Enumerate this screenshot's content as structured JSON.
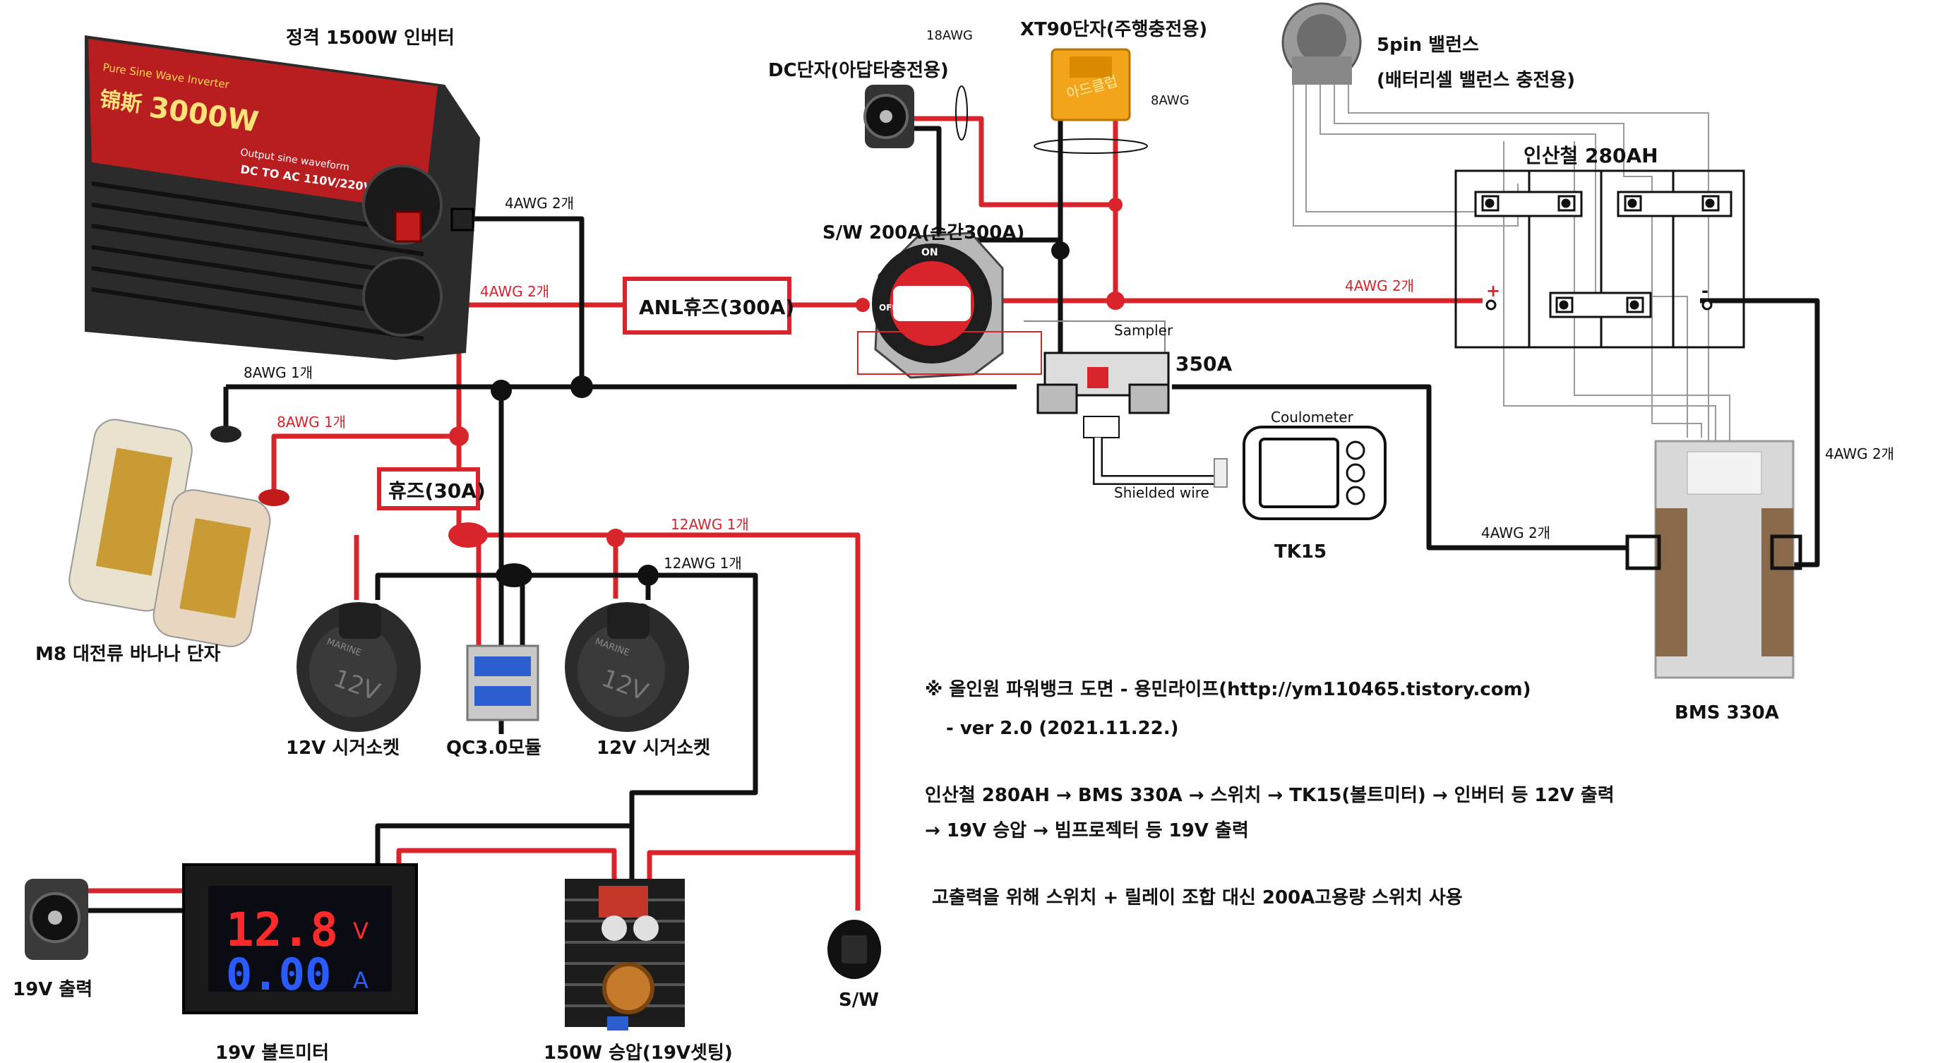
{
  "colors": {
    "positive_wire": "#d9242b",
    "negative_wire": "#111111",
    "balance_wire": "#999999",
    "inverter_body": "#b81d20",
    "voltmeter_red": "#ff2a2a",
    "voltmeter_blue": "#2a5bff"
  },
  "labels": {
    "inverter": "정격 1500W 인버터",
    "dc_jack": "DC단자(아답타충전용)",
    "awg18": "18AWG",
    "xt90": "XT90단자(주행충전용)",
    "awg8_xt": "8AWG",
    "balance_5pin": "5pin 밸런스",
    "balance_desc": "(배터리셀 밸런스 충전용)",
    "battery": "인산철 280AH",
    "switch": "S/W 200A(순간300A)",
    "anl_fuse": "ANL휴즈(300A)",
    "sampler": "Sampler",
    "shunt_350a": "350A",
    "coulometer": "Coulometer",
    "shielded_wire": "Shielded wire",
    "tk15": "TK15",
    "banana": "M8 대전류 바나나 단자",
    "fuse30": "휴즈(30A)",
    "cig1": "12V 시거소켓",
    "qc3": "QC3.0모듈",
    "cig2": "12V 시거소켓",
    "bms": "BMS 330A",
    "out19v": "19V 출력",
    "voltmeter19": "19V 볼트미터",
    "booster": "150W 승압(19V셋팅)",
    "sw_small": "S/W"
  },
  "wire_labels": {
    "inv_neg": "4AWG 2개",
    "inv_pos": "4AWG 2개",
    "batt_pos": "4AWG 2개",
    "main_neg_8awg": "8AWG 1개",
    "banana_pos_8awg": "8AWG 1개",
    "bms_right": "4AWG 2개",
    "bms_left": "4AWG 2개",
    "awg12_red": "12AWG 1개",
    "awg12_black": "12AWG 1개"
  },
  "devices": {
    "inverter_brand": "锦斯",
    "inverter_power": "3000W",
    "inverter_line1": "Pure Sine Wave Inverter",
    "inverter_line2": "Output sine waveform",
    "inverter_line3": "DC TO AC 110V/220V",
    "xt90_logo": "아드클럽",
    "switch_on": "ON",
    "switch_off": "OFF",
    "voltmeter_volts": "12.8",
    "voltmeter_amps": "0.00",
    "voltmeter_v_unit": "V",
    "voltmeter_a_unit": "A",
    "socket_text": "12V",
    "socket_brand": "MARINE",
    "batt_plus": "+",
    "batt_minus": "-"
  },
  "notes": {
    "title": "※ 올인원 파워뱅크 도면 - 용민라이프(http://ym110465.tistory.com)",
    "version": "- ver 2.0 (2021.11.22.)",
    "flow1": "인산철 280AH → BMS 330A → 스위치 → TK15(볼트미터) → 인버터 등 12V 출력",
    "flow2": "→ 19V 승압 → 빔프로젝터 등 19V 출력",
    "remark": "고출력을 위해 스위치 + 릴레이 조합 대신  200A고용량 스위치 사용"
  }
}
